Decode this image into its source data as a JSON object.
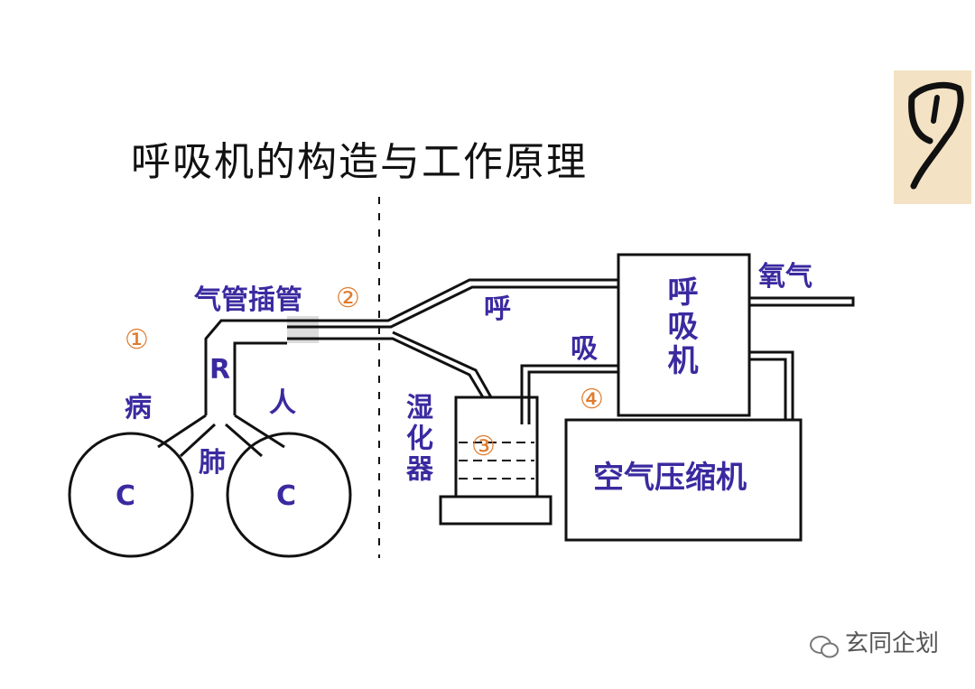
{
  "title": "呼吸机的构造与工作原理",
  "labels": {
    "trachea_tube": "气管插管",
    "oxygen": "氧气",
    "exhale": "呼",
    "inhale": "吸",
    "ventilator": "呼吸机",
    "humidifier": "湿化器",
    "compressor": "空气压缩机",
    "patient_bing": "病",
    "patient_ren": "人",
    "lung": "肺",
    "r_label": "R",
    "c_left": "C",
    "c_right": "C"
  },
  "markers": {
    "m1": "①",
    "m2": "②",
    "m3": "③",
    "m4": "④"
  },
  "watermark": "玄同企划",
  "colors": {
    "label_blue": "#3a2aa0",
    "marker_orange": "#e07a2c",
    "line": "#111111",
    "logo_bg": "#f3e3c4"
  }
}
